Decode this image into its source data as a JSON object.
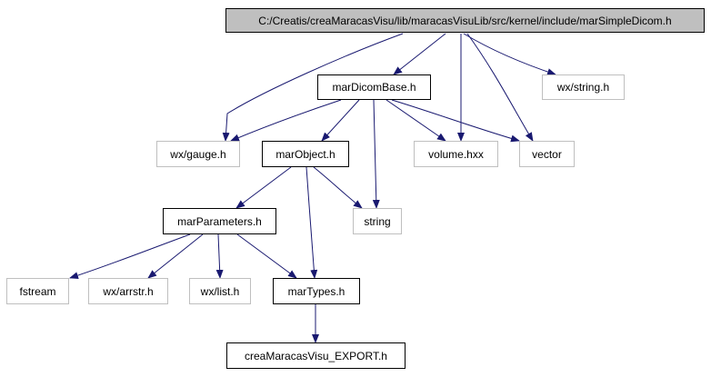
{
  "nodes": {
    "root": "C:/Creatis/creaMaracasVisu/lib/maracasVisuLib/src/kernel/include/marSimpleDicom.h",
    "marDicomBase": "marDicomBase.h",
    "wxString": "wx/string.h",
    "wxGauge": "wx/gauge.h",
    "marObject": "marObject.h",
    "volume": "volume.hxx",
    "vector": "vector",
    "marParameters": "marParameters.h",
    "string": "string",
    "fstream": "fstream",
    "wxArrstr": "wx/arrstr.h",
    "wxList": "wx/list.h",
    "marTypes": "marTypes.h",
    "export": "creaMaracasVisu_EXPORT.h"
  },
  "edges": [
    [
      "root",
      "marDicomBase"
    ],
    [
      "root",
      "wxString"
    ],
    [
      "root",
      "wxGauge"
    ],
    [
      "root",
      "volume"
    ],
    [
      "root",
      "vector"
    ],
    [
      "marDicomBase",
      "wxGauge"
    ],
    [
      "marDicomBase",
      "marObject"
    ],
    [
      "marDicomBase",
      "string"
    ],
    [
      "marDicomBase",
      "volume"
    ],
    [
      "marDicomBase",
      "vector"
    ],
    [
      "marObject",
      "marParameters"
    ],
    [
      "marObject",
      "string"
    ],
    [
      "marObject",
      "marTypes"
    ],
    [
      "marParameters",
      "fstream"
    ],
    [
      "marParameters",
      "wxArrstr"
    ],
    [
      "marParameters",
      "wxList"
    ],
    [
      "marParameters",
      "marTypes"
    ],
    [
      "marTypes",
      "export"
    ]
  ],
  "colors": {
    "edge": "#191970",
    "root_fill": "#bfbfbf",
    "defined_border": "#000000",
    "external_border": "#bfbfbf"
  }
}
